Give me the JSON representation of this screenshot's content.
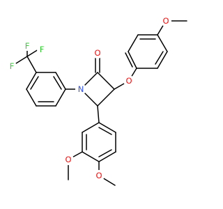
{
  "atoms": [
    {
      "id": "F1",
      "label": "F",
      "color": "#33cc33"
    },
    {
      "id": "F2",
      "label": "F",
      "color": "#33cc33"
    },
    {
      "id": "F3",
      "label": "F",
      "color": "#33cc33"
    },
    {
      "id": "O_carbonyl",
      "label": "O",
      "color": "#ff0d0d"
    },
    {
      "id": "O_ether",
      "label": "O",
      "color": "#ff0d0d"
    },
    {
      "id": "O_methoxy_top",
      "label": "O",
      "color": "#ff0d0d"
    },
    {
      "id": "N_lactam",
      "label": "N",
      "color": "#3050f8"
    },
    {
      "id": "O_methoxy_a",
      "label": "O",
      "color": "#ff0d0d"
    },
    {
      "id": "O_methoxy_b",
      "label": "O",
      "color": "#ff0d0d"
    }
  ]
}
